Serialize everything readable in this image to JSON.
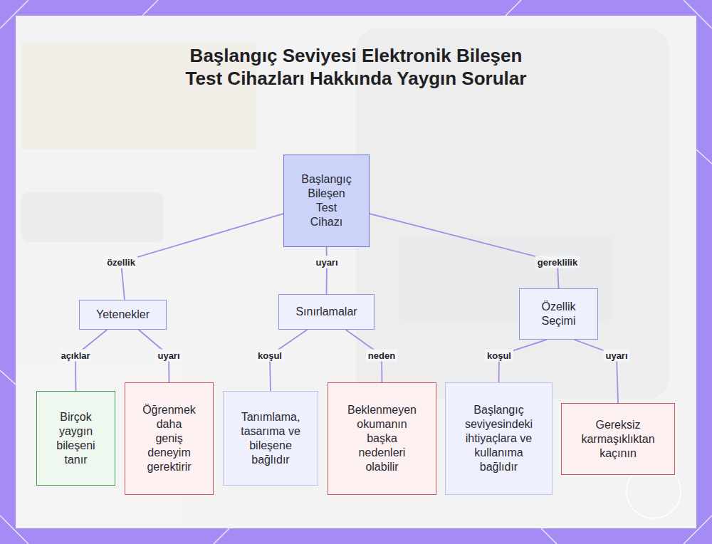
{
  "diagram": {
    "title": "Başlangıç Seviyesi Elektronik Bileşen Test Cihazları Hakkında Yaygın Sorular",
    "nodes": [
      {
        "text": [
          "Başlangıç Bileşen Test Cihazı"
        ]
      },
      {
        "text": [
          "Yetenekler"
        ]
      },
      {
        "text": [
          "Sınırlamalar"
        ]
      },
      {
        "text": [
          "Özellik Seçimi"
        ]
      },
      {
        "text": [
          "Birçok yaygın bileşeni tanır"
        ]
      },
      {
        "text": [
          "Öğrenmek daha geniş deneyim gerektirir"
        ]
      },
      {
        "text": [
          "Tanımlama, tasarıma ve bileşene bağlıdır"
        ]
      },
      {
        "text": [
          "Beklenmeyen okumanın başka nedenleri olabilir"
        ]
      },
      {
        "text": [
          "Başlangıç seviyesindeki ihtiyaçlara ve kullanıma bağlıdır"
        ]
      },
      {
        "text": [
          "Gereksiz karmaşıklıktan kaçının"
        ]
      }
    ],
    "edges": [
      {
        "from": 0,
        "to": 1,
        "label": "özellik",
        "arrow": "none"
      },
      {
        "from": 0,
        "to": 2,
        "label": "uyarı",
        "arrow": "none"
      },
      {
        "from": 0,
        "to": 3,
        "label": "gereklilik",
        "arrow": "none"
      },
      {
        "from": 1,
        "to": 4,
        "label": "açıklar",
        "arrow": "none"
      },
      {
        "from": 1,
        "to": 5,
        "label": "uyarı",
        "arrow": "none"
      },
      {
        "from": 2,
        "to": 6,
        "label": "koşul",
        "arrow": "none"
      },
      {
        "from": 2,
        "to": 7,
        "label": "neden",
        "arrow": "none"
      },
      {
        "from": 3,
        "to": 8,
        "label": "koşul",
        "arrow": "none"
      },
      {
        "from": 3,
        "to": 9,
        "label": "uyarı",
        "arrow": "none"
      }
    ]
  }
}
